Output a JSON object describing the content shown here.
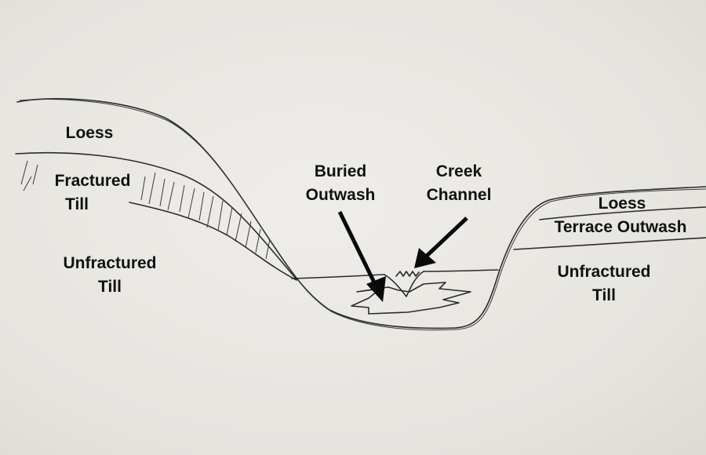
{
  "labels": {
    "loess_left": "Loess",
    "fractured_till": [
      "Fractured",
      "Till"
    ],
    "unfractured_till_left": [
      "Unfractured",
      "Till"
    ],
    "buried_outwash": [
      "Buried",
      "Outwash"
    ],
    "creek_channel": [
      "Creek",
      "Channel"
    ],
    "loess_right": "Loess",
    "terrace_outwash": "Terrace Outwash",
    "unfractured_till_right": [
      "Unfractured",
      "Till"
    ]
  }
}
